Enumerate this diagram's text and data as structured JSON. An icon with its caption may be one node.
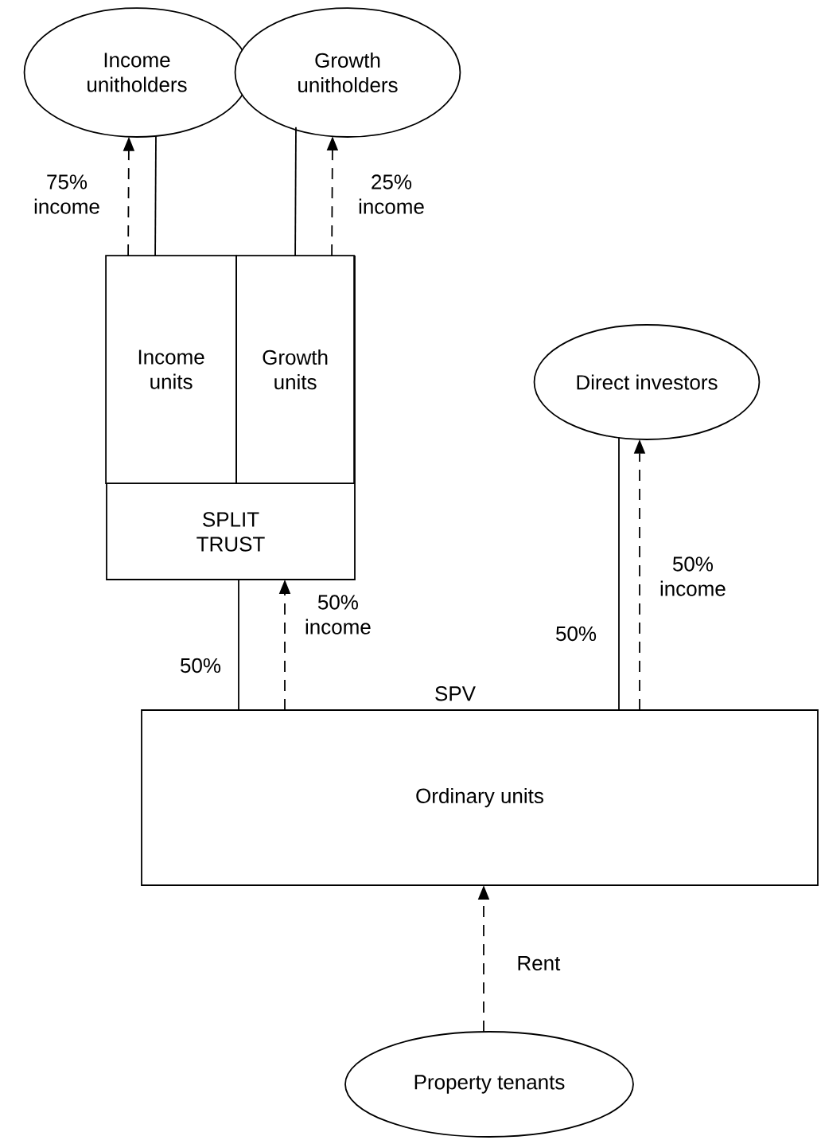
{
  "diagram": {
    "nodes": [
      {
        "text": [
          "Income unitholders"
        ]
      },
      {
        "text": [
          "Growth unitholders"
        ]
      },
      {
        "text": [
          "SPLIT TRUST"
        ]
      },
      {
        "text": [
          "Income units"
        ],
        "in": 2
      },
      {
        "text": [
          "Growth units"
        ],
        "in": 2
      },
      {
        "text": [
          "Direct investors"
        ]
      },
      {
        "text": [
          "SPV",
          "Ordinary units"
        ]
      },
      {
        "text": [
          "Property tenants"
        ]
      }
    ],
    "edges": [
      {
        "from": 3,
        "to": 0,
        "arrow": "to",
        "style": "dashed",
        "label": "75% income"
      },
      {
        "from": 3,
        "to": 0,
        "arrow": "none"
      },
      {
        "from": 4,
        "to": 1,
        "arrow": "none"
      },
      {
        "from": 4,
        "to": 1,
        "arrow": "to",
        "style": "dashed",
        "label": "25% income"
      },
      {
        "from": 6,
        "to": 2,
        "arrow": "none",
        "label": "50%"
      },
      {
        "from": 6,
        "to": 2,
        "arrow": "to",
        "style": "dashed",
        "label": "50% income"
      },
      {
        "from": 6,
        "to": 5,
        "arrow": "none",
        "label": "50%"
      },
      {
        "from": 6,
        "to": 5,
        "arrow": "to",
        "style": "dashed",
        "label": "50% income"
      },
      {
        "from": 7,
        "to": 6,
        "arrow": "to",
        "style": "dashed",
        "label": "Rent"
      }
    ]
  }
}
